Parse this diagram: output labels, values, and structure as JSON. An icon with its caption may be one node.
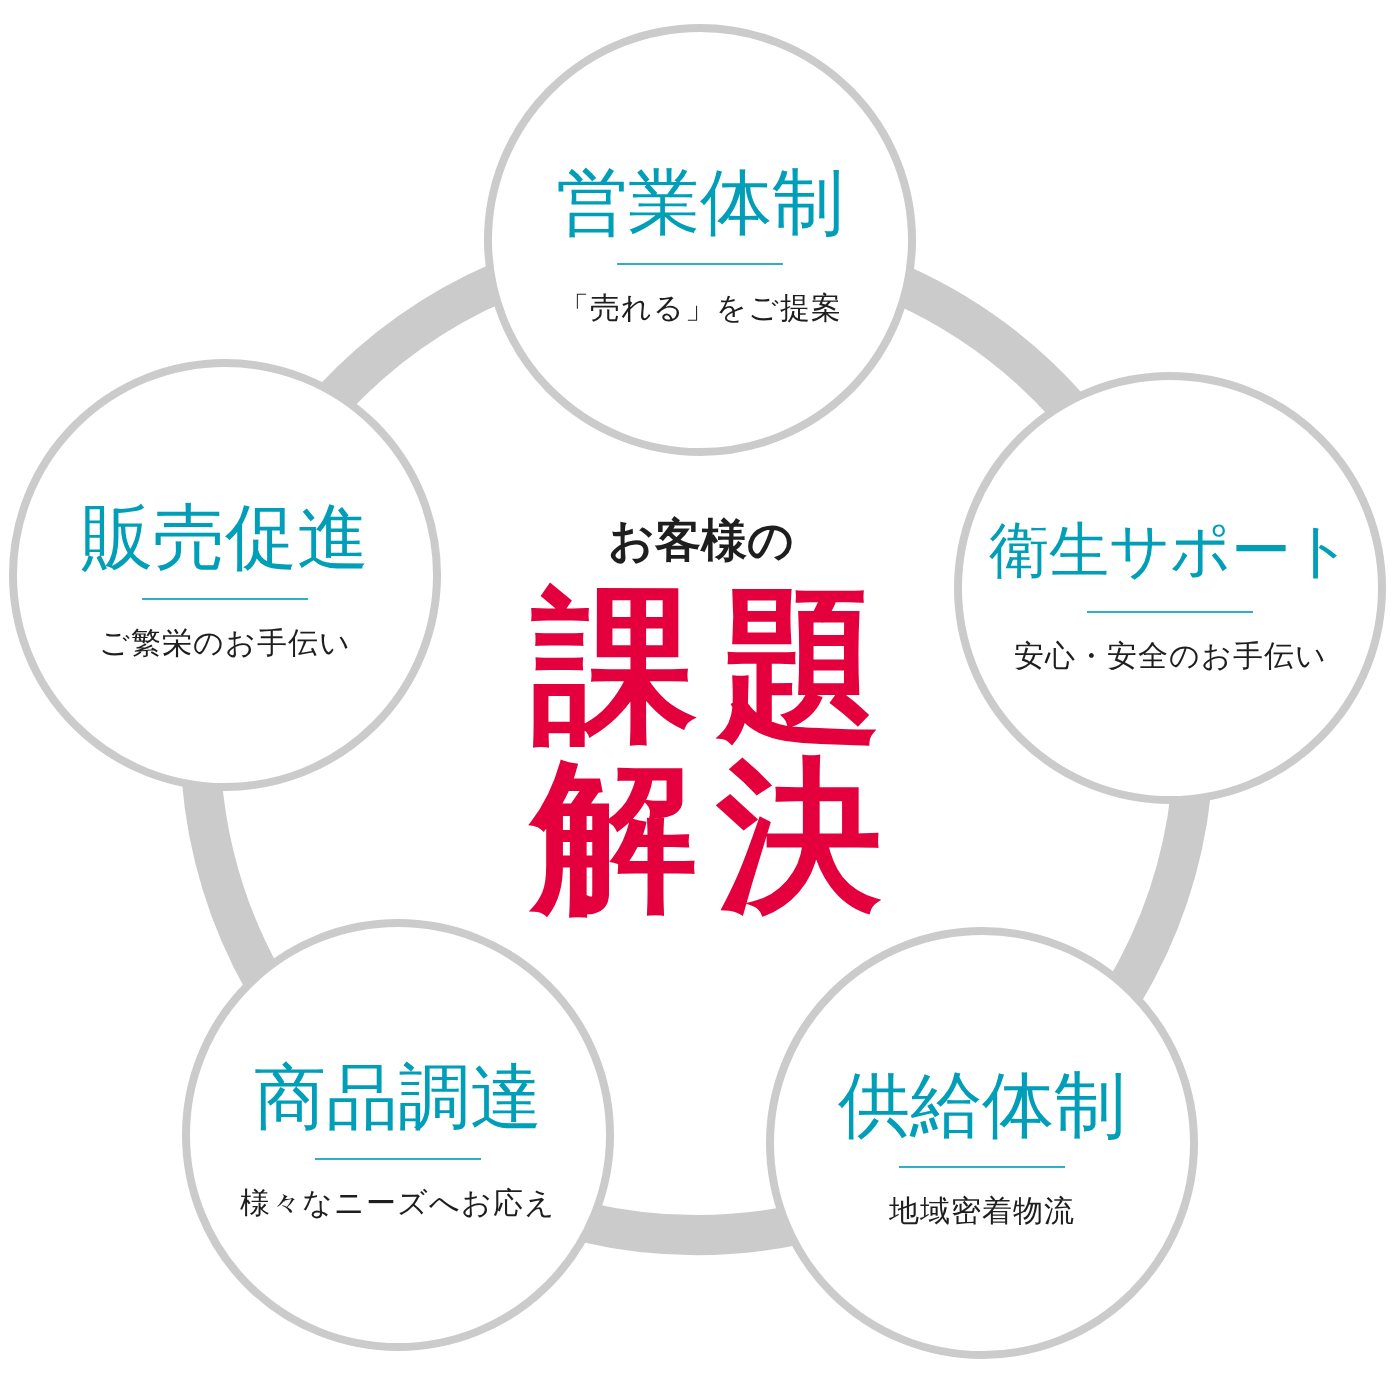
{
  "diagram": {
    "nodes": [
      {
        "text": [
          "営業体制",
          "「売れる」をご提案"
        ]
      },
      {
        "text": [
          "販売促進",
          "ご繁栄のお手伝い"
        ]
      },
      {
        "text": [
          "衛生サポート",
          "安心・安全のお手伝い"
        ]
      },
      {
        "text": [
          "商品調達",
          "様々なニーズへお応え"
        ]
      },
      {
        "text": [
          "供給体制",
          "地域密着物流"
        ]
      }
    ],
    "edges": [
      {
        "from": 0,
        "to": 2,
        "arrow": "none"
      },
      {
        "from": 2,
        "to": 4,
        "arrow": "none"
      },
      {
        "from": 4,
        "to": 3,
        "arrow": "none"
      },
      {
        "from": 3,
        "to": 1,
        "arrow": "none"
      },
      {
        "from": 1,
        "to": 0,
        "arrow": "none"
      }
    ],
    "labels": [
      "お客様の",
      "課題解決"
    ]
  }
}
